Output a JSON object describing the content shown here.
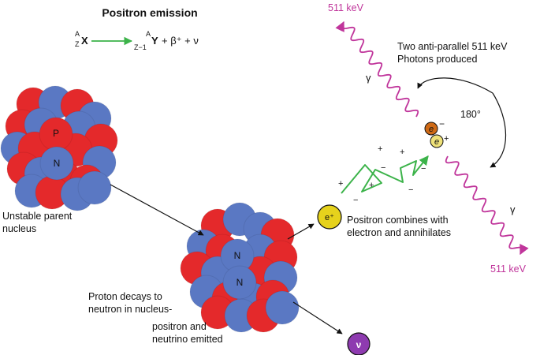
{
  "title": "Positron emission",
  "equation": {
    "parent_mass": "A",
    "parent_z": "Z",
    "parent_symbol": "X",
    "daughter_mass": "A",
    "daughter_z": "Z−1",
    "daughter_symbol": "Y",
    "products": "+ β⁺ + ν"
  },
  "nucleus_labels": {
    "proton": "P",
    "neutron": "N",
    "daughter_neutron_1": "N",
    "daughter_neutron_2": "N"
  },
  "text": {
    "unstable_parent": [
      "Unstable parent",
      "nucleus"
    ],
    "proton_decays": [
      "Proton decays to",
      "neutron in nucleus-"
    ],
    "positron_emitted": [
      "positron and",
      "neutrino emitted"
    ],
    "positron_combines": [
      "Positron combines with",
      "electron and annihilates"
    ],
    "two_photons": [
      "Two anti-parallel 511 keV",
      "Photons produced"
    ],
    "angle": "180°",
    "energy_top": "511 keV",
    "energy_bottom": "511 keV",
    "gamma_top": "γ",
    "gamma_bottom": "γ"
  },
  "particles": {
    "positron": "e⁺",
    "neutrino": "ν",
    "electron_symbol": "e",
    "electron_sign": "−",
    "positron_symbol": "e",
    "positron_sign": "+"
  },
  "path_charges": [
    "+",
    "+",
    "+",
    "−",
    "+",
    "−",
    "−",
    "−"
  ],
  "colors": {
    "proton": "#e4292b",
    "neutron": "#5a78c3",
    "arrow_green": "#3cb34a",
    "photon": "#c0359b",
    "positron_ball": "#e6d21c",
    "neutrino_ball": "#8e3bb0",
    "electron_ball": "#cf6a16",
    "small_positron_ball": "#efe27a"
  }
}
